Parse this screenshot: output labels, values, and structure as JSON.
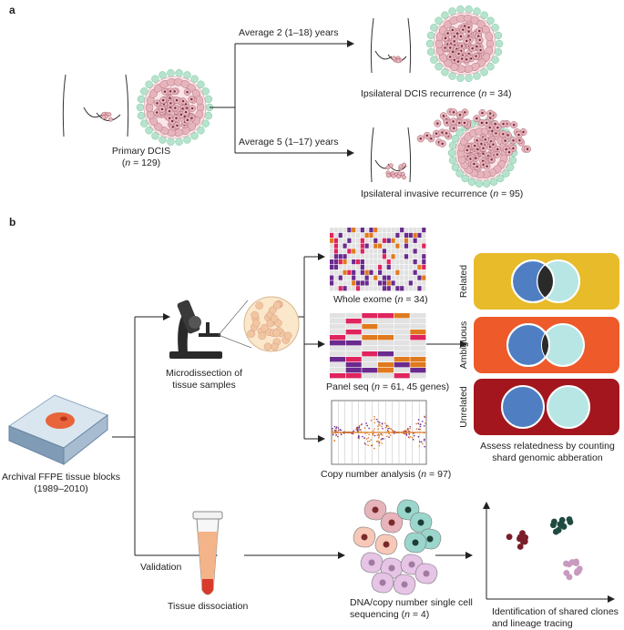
{
  "panel_a": {
    "label": "a",
    "primary": "Primary DCIS",
    "primary_n_open": "(",
    "n_symbol": "n",
    "primary_n_rest": " = 129)",
    "branch_top": "Average 2 (1–18) years",
    "branch_bottom": "Average 5 (1–17) years",
    "dcis_recurrence_pre": "Ipsilateral DCIS recurrence (",
    "dcis_recurrence_post": " = 34)",
    "invasive_recurrence_pre": "Ipsilateral invasive recurrence (",
    "invasive_recurrence_post": " = 95)"
  },
  "panel_b": {
    "label": "b",
    "ffpe_line1": "Archival FFPE tissue blocks",
    "ffpe_line2": "(1989–2010)",
    "micro_line1": "Microdissection of",
    "micro_line2": "tissue samples",
    "validation": "Validation",
    "dissociation": "Tissue dissociation",
    "whole_exome_pre": "Whole exome (",
    "whole_exome_post": " = 34)",
    "panel_seq_pre": "Panel seq (",
    "panel_seq_post": " = 61, 45 genes)",
    "copy_number_pre": "Copy number analysis (",
    "copy_number_post": " = 97)",
    "venn_related": "Related",
    "venn_ambiguous": "Ambiguous",
    "venn_unrelated": "Unrelated",
    "assess_line1": "Assess relatedness by counting",
    "assess_line2": "shard genomic abberation",
    "single_cell_line1": "DNA/copy number single cell",
    "single_cell_line2_pre": "sequencing (",
    "single_cell_line2_post": " = 4)",
    "clones_line1": "Identification of shared clones",
    "clones_line2": "and lineage tracing"
  },
  "colors": {
    "cell_fill": "#e8b4bc",
    "cell_nucleus": "#6b2a36",
    "myo_green": "#b5e3cc",
    "related_bg": "#e8bb2a",
    "ambiguous_bg": "#ee5a2a",
    "unrelated_bg": "#a3161e",
    "venn_blue": "#4f7fc2",
    "venn_cyan": "#b8e6e4",
    "heat_purple": "#6a2a8e",
    "heat_orange": "#e07a1f",
    "heat_pink": "#e0245e",
    "heat_grey": "#e2e2e2",
    "tube_fluid": "#f4b48a",
    "cluster_red": "#7a1e2a",
    "cluster_green": "#1e4a40",
    "cluster_pink": "#c79ac0"
  }
}
